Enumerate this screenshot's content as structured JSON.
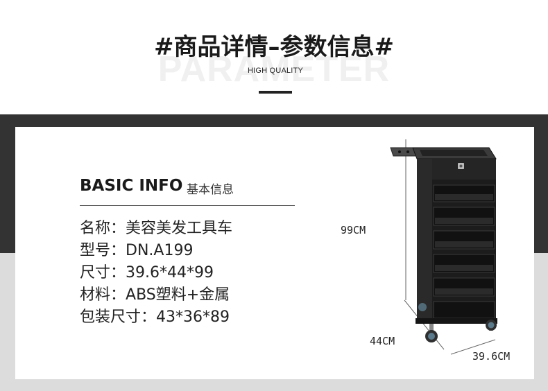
{
  "header": {
    "title": "#商品详情–参数信息#",
    "watermark": "PARAMETER",
    "subtitle": "HIGH QUALITY"
  },
  "basic_info": {
    "title": "BASIC INFO",
    "title_cn": "基本信息"
  },
  "specs": [
    {
      "label": "名称：",
      "value": "美容美发工具车"
    },
    {
      "label": "型号：",
      "value": "DN.A199"
    },
    {
      "label": "尺寸：",
      "value": "39.6*44*99"
    },
    {
      "label": "材料：",
      "value": "ABS塑料+金属"
    },
    {
      "label": "包装尺寸：",
      "value": "43*36*89"
    }
  ],
  "dimensions": {
    "height": "99CM",
    "depth": "44CM",
    "width": "39.6CM"
  },
  "colors": {
    "dark_band": "#333333",
    "light_band": "#dcdcdc",
    "text": "#222222"
  }
}
